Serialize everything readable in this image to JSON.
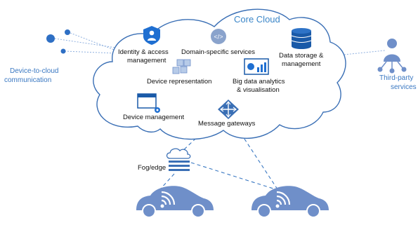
{
  "diagram": {
    "title": "Core Cloud",
    "services": {
      "identity": [
        "Identity & access",
        "management"
      ],
      "domain": "Domain-specific services",
      "storage": [
        "Data storage &",
        "management"
      ],
      "representation": "Device representation",
      "analytics": [
        "Big data analytics",
        "& visualisation"
      ],
      "device_mgmt": "Device management",
      "gateways": "Message gateways"
    },
    "left_label": [
      "Device-to-cloud",
      "communication"
    ],
    "right_label": [
      "Third-party",
      "services"
    ],
    "fog_label": "Fog/edge"
  },
  "colors": {
    "accent": "#3a78c2",
    "icon_blue": "#1f6fd1",
    "storage_dark": "#1a5aa8",
    "car_fill": "#6f8fc9",
    "cloud_stroke": "#3a6fb5",
    "dotted_line": "#8fb0df"
  },
  "icons": {
    "identity": "user-shield-icon",
    "domain": "code-icon",
    "storage": "database-icon",
    "representation": "cubes-icon",
    "analytics": "dashboard-icon",
    "device_mgmt": "window-gear-icon",
    "gateways": "network-arrows-icon",
    "fog": "cloud-stack-icon",
    "sensors": "sensor-dots-icon",
    "third_party": "user-network-icon",
    "car": "connected-car-icon"
  }
}
